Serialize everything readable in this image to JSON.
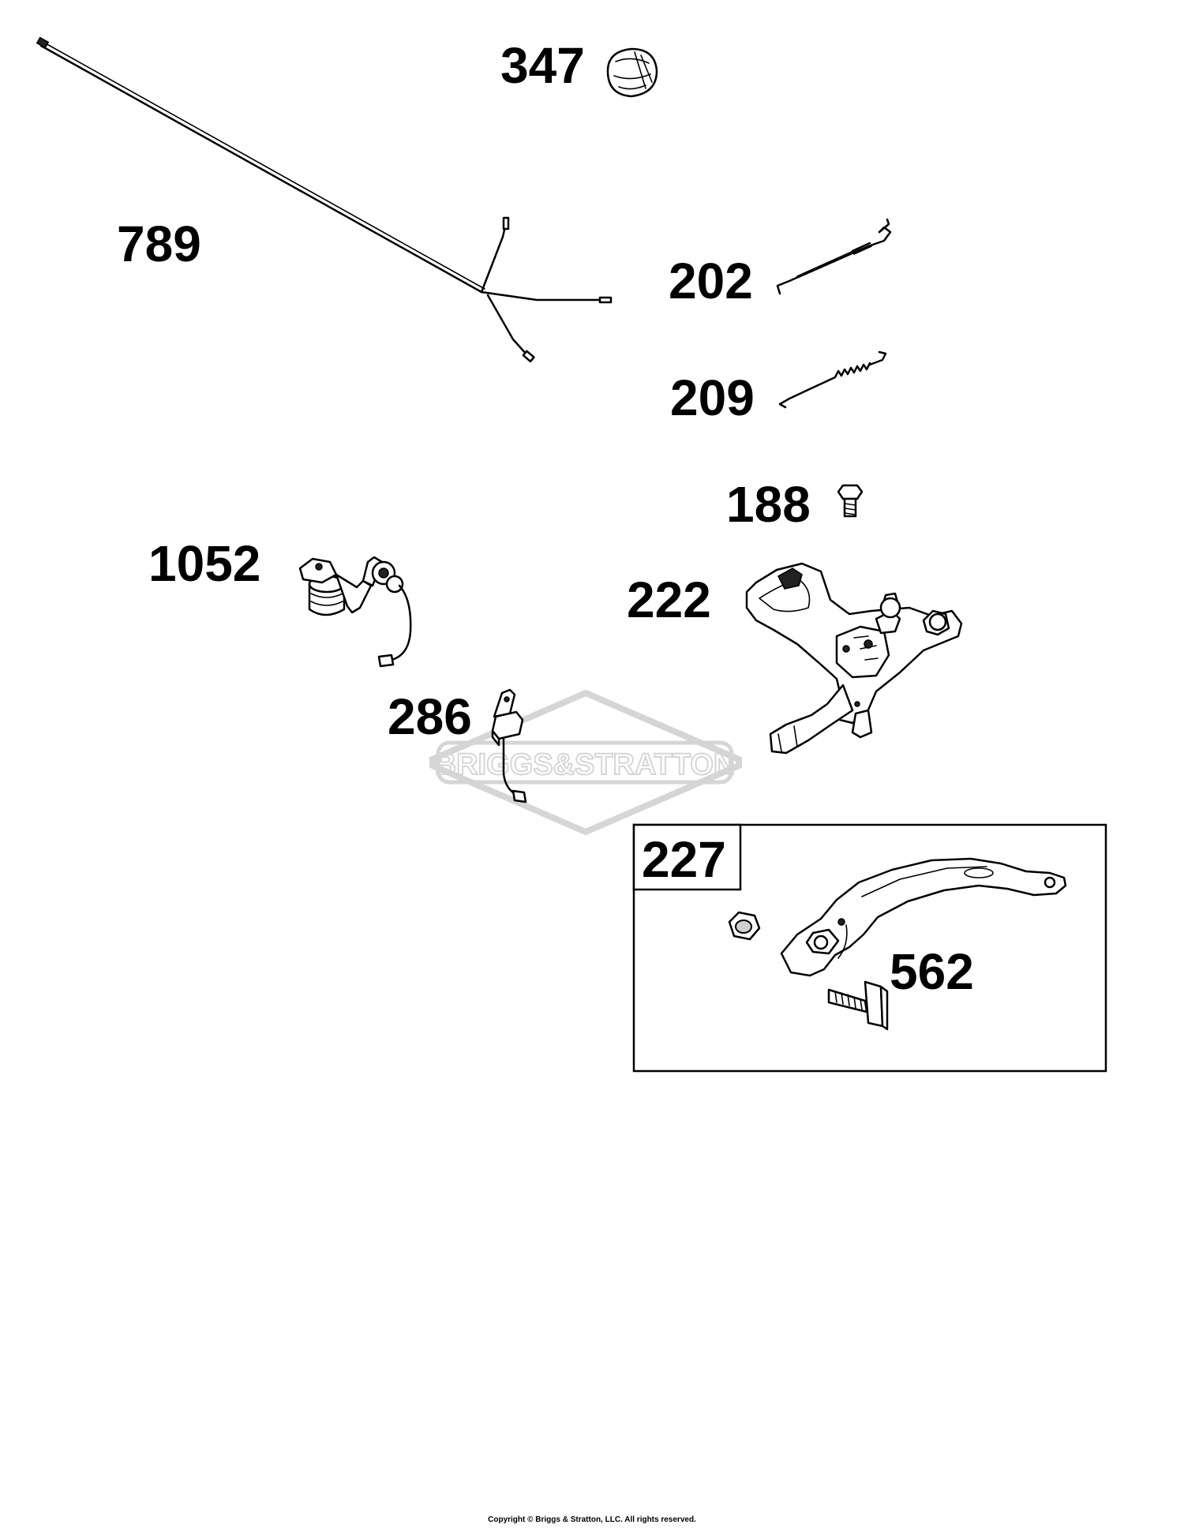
{
  "callouts": {
    "p347": "347",
    "p789": "789",
    "p202": "202",
    "p209": "209",
    "p188": "188",
    "p1052": "1052",
    "p222": "222",
    "p286": "286",
    "p227": "227",
    "p562": "562"
  },
  "watermark": {
    "text": "BRIGGS&STRATTON"
  },
  "footer": {
    "copyright": "Copyright © Briggs & Stratton, LLC. All rights reserved."
  }
}
